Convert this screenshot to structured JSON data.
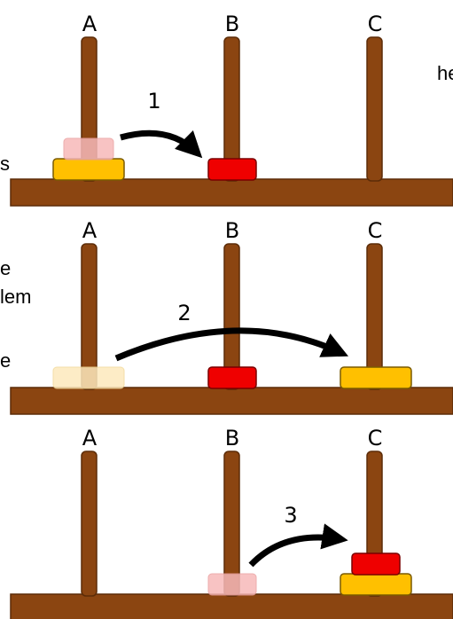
{
  "colors": {
    "wood": "#8b4511",
    "wood_stroke": "#5c2c08",
    "disk_red": "#ef0000",
    "disk_yellow": "#ffc000",
    "ghost_red": "#f7b9b9",
    "ghost_yellow": "#fde9bd",
    "arrow": "#000000"
  },
  "clipped_text": [
    "he",
    "s",
    "e",
    "lem",
    "e"
  ],
  "panels": [
    {
      "name": "panel-1",
      "peg_labels": [
        "A",
        "B",
        "C"
      ],
      "step": "1",
      "disks": [
        {
          "peg": "A",
          "size": "large",
          "color": "yellow",
          "ghost": false
        },
        {
          "peg": "A",
          "size": "small",
          "color": "red",
          "ghost": true
        },
        {
          "peg": "B",
          "size": "small",
          "color": "red",
          "ghost": false
        }
      ],
      "move": {
        "from": "A",
        "to": "B"
      }
    },
    {
      "name": "panel-2",
      "peg_labels": [
        "A",
        "B",
        "C"
      ],
      "step": "2",
      "disks": [
        {
          "peg": "A",
          "size": "large",
          "color": "yellow",
          "ghost": true
        },
        {
          "peg": "B",
          "size": "small",
          "color": "red",
          "ghost": false
        },
        {
          "peg": "C",
          "size": "large",
          "color": "yellow",
          "ghost": false
        }
      ],
      "move": {
        "from": "A",
        "to": "C"
      }
    },
    {
      "name": "panel-3",
      "peg_labels": [
        "A",
        "B",
        "C"
      ],
      "step": "3",
      "disks": [
        {
          "peg": "B",
          "size": "small",
          "color": "red",
          "ghost": true
        },
        {
          "peg": "C",
          "size": "large",
          "color": "yellow",
          "ghost": false
        },
        {
          "peg": "C",
          "size": "small",
          "color": "red",
          "ghost": false
        }
      ],
      "move": {
        "from": "B",
        "to": "C"
      }
    }
  ]
}
